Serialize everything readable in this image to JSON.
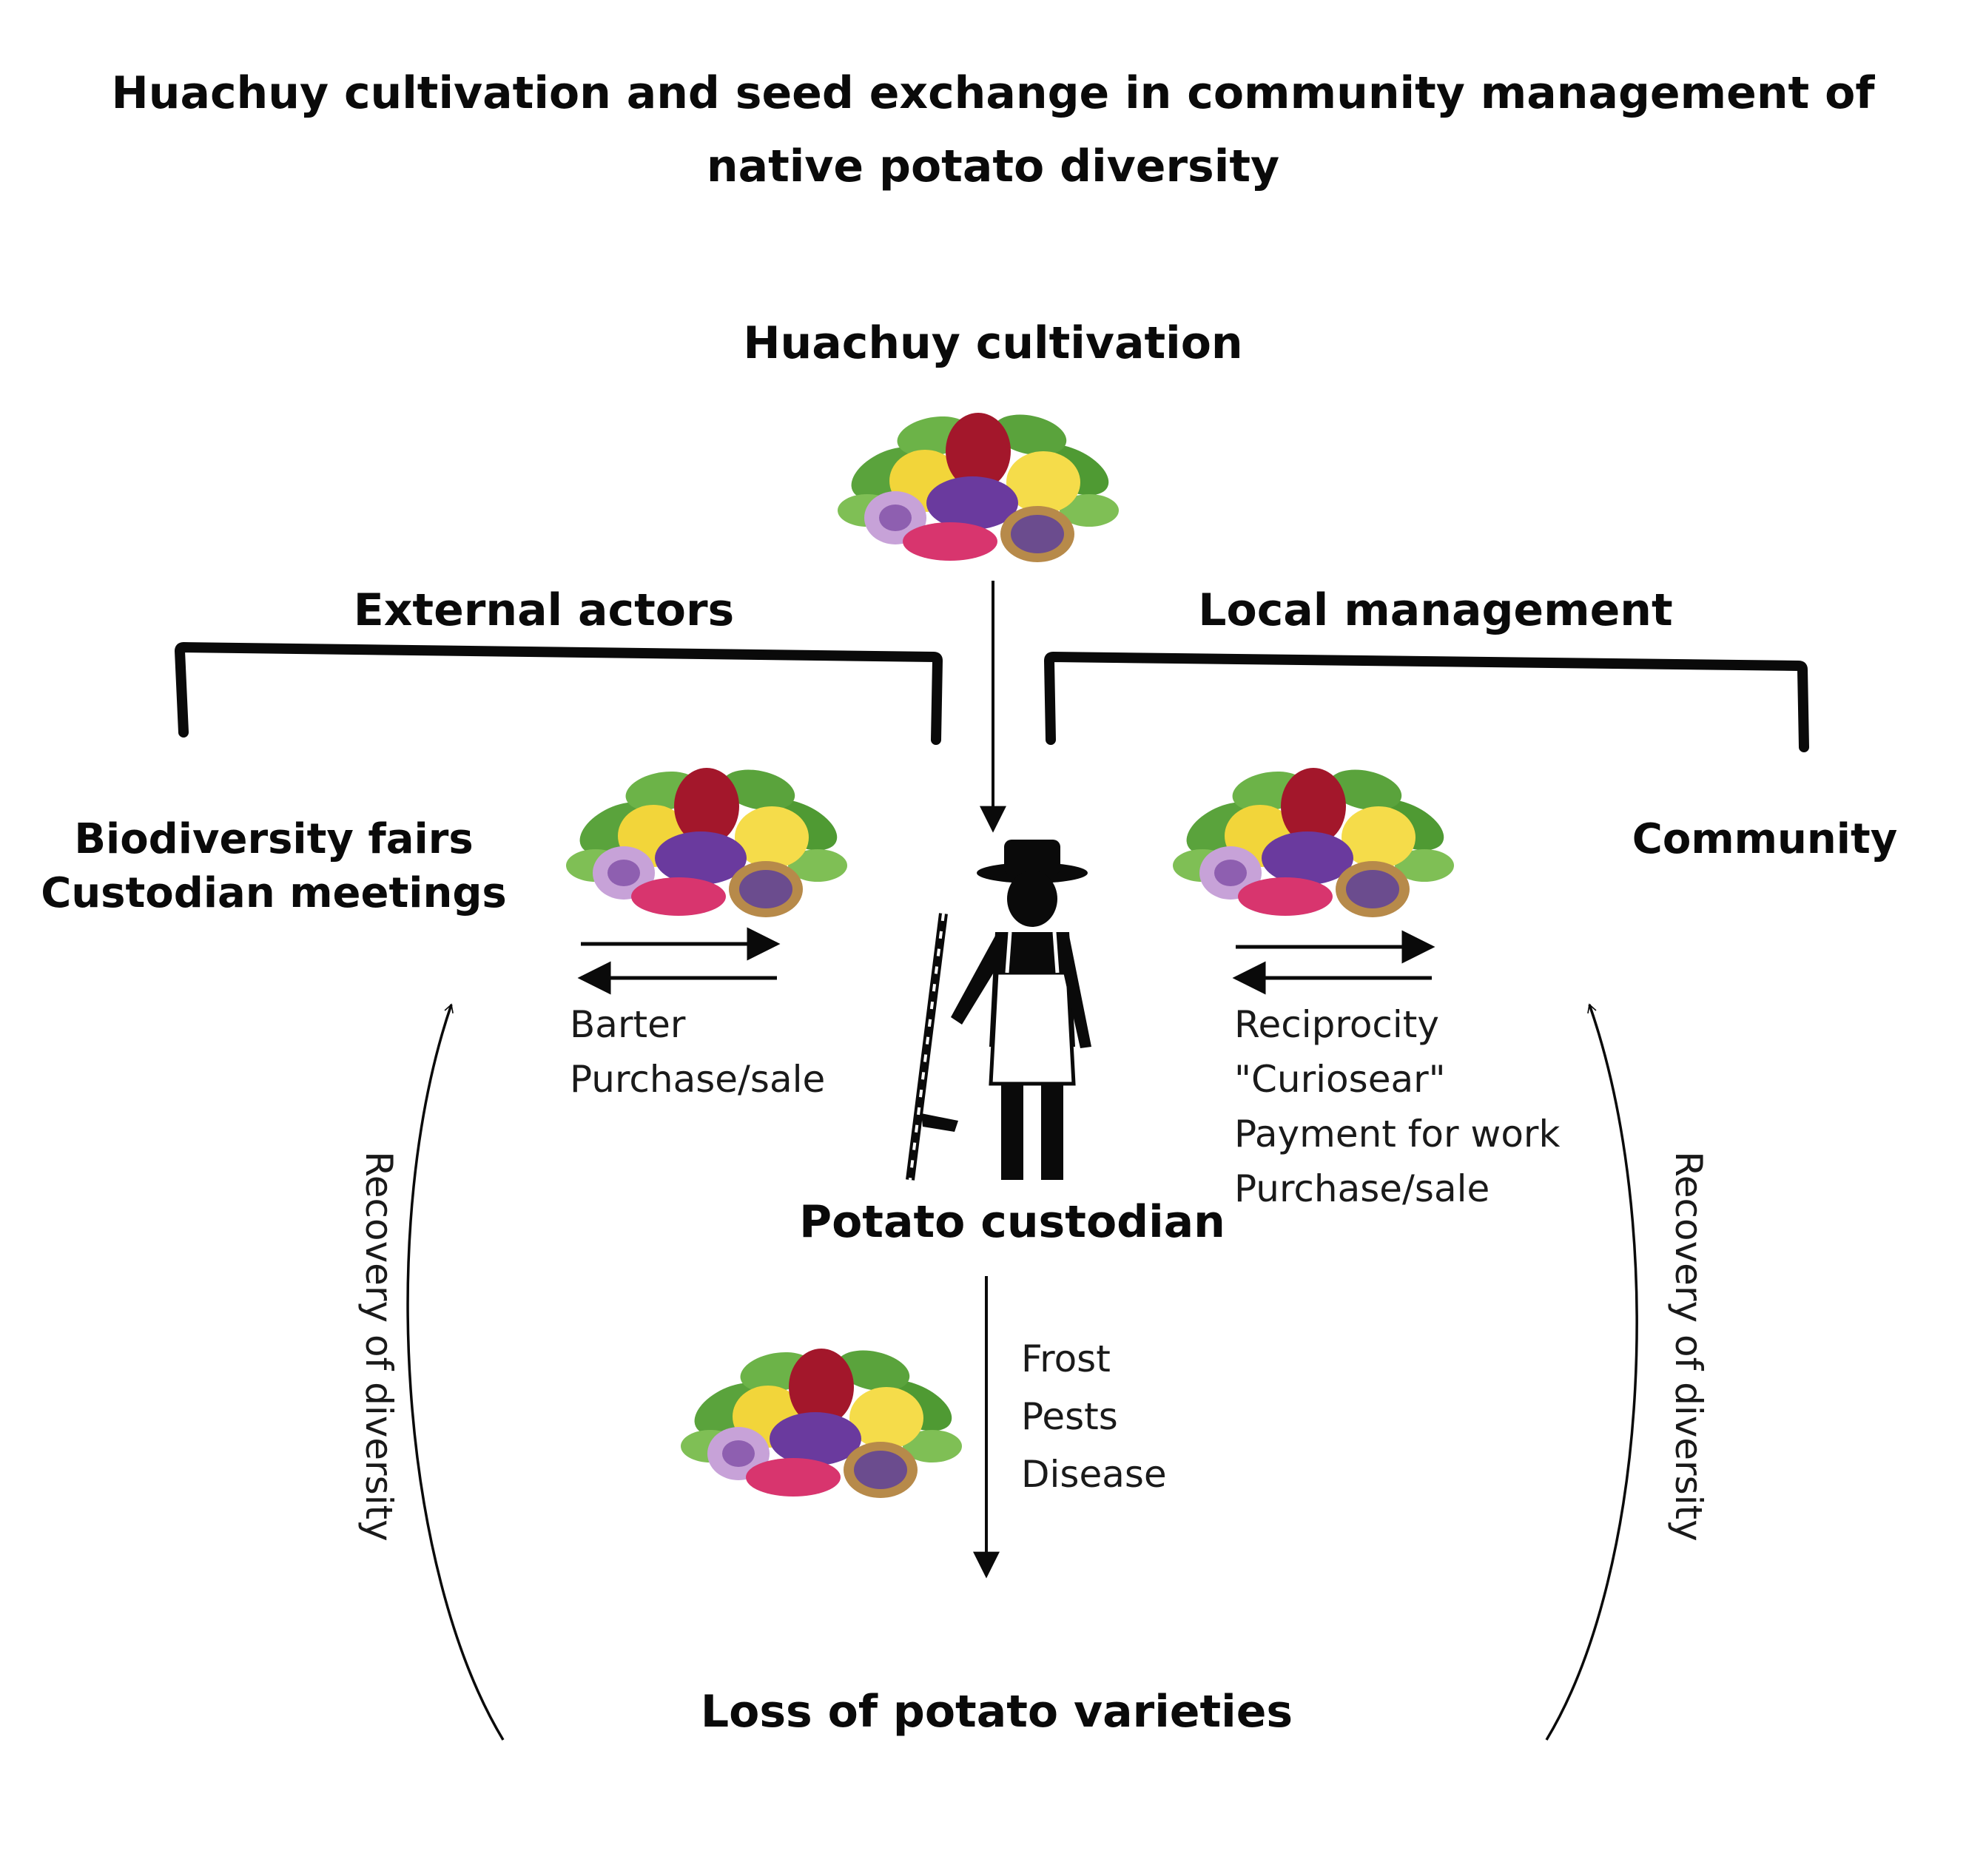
{
  "title": {
    "line1": "Huachuy cultivation and seed exchange in community management of",
    "line2": "native potato diversity"
  },
  "top_node": {
    "label": "Huachuy cultivation"
  },
  "groups": {
    "left": {
      "label": "External actors"
    },
    "right": {
      "label": "Local management"
    }
  },
  "left_node": {
    "line1": "Biodiversity fairs",
    "line2": "Custodian meetings",
    "exchange": [
      "Barter",
      "Purchase/sale"
    ]
  },
  "right_node": {
    "label": "Community",
    "exchange": [
      "Reciprocity",
      "\"Curiosear\"",
      "Payment for work",
      "Purchase/sale"
    ]
  },
  "center_node": {
    "label": "Potato custodian"
  },
  "loss": {
    "causes": [
      "Frost",
      "Pests",
      "Disease"
    ],
    "label": "Loss of potato varieties"
  },
  "recovery": {
    "left": "Recovery of diversity",
    "right": "Recovery of diversity"
  },
  "colors": {
    "potato_yellow": "#f2d53a",
    "potato_red": "#a3172b",
    "potato_purple": "#6a3a9e",
    "potato_pink": "#d8356e",
    "leaf_green": "#5aa33c"
  }
}
